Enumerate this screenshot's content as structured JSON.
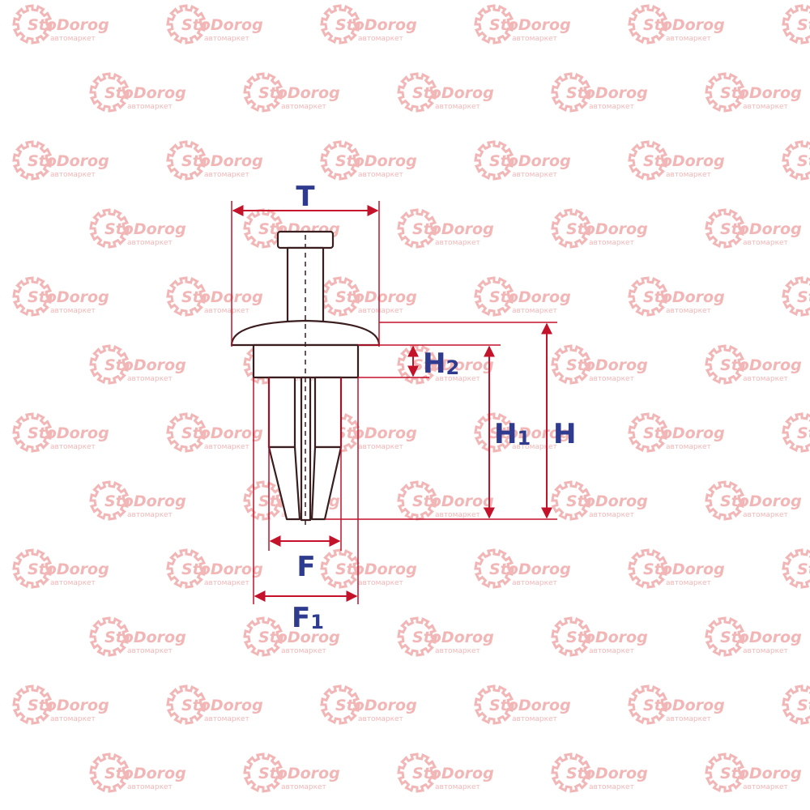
{
  "watermark": {
    "brand": "StoDorog",
    "tagline": "автомаркет",
    "color": "#f2b6b6"
  },
  "colors": {
    "outline": "#3a1d1f",
    "dimension": "#c3122a",
    "label": "#2e3b8f"
  },
  "dimensions": {
    "T": "T",
    "H2": {
      "letter": "H",
      "sub": "2"
    },
    "H1": {
      "letter": "H",
      "sub": "1"
    },
    "H": "H",
    "F": "F",
    "F1": {
      "letter": "F",
      "sub": "1"
    }
  }
}
